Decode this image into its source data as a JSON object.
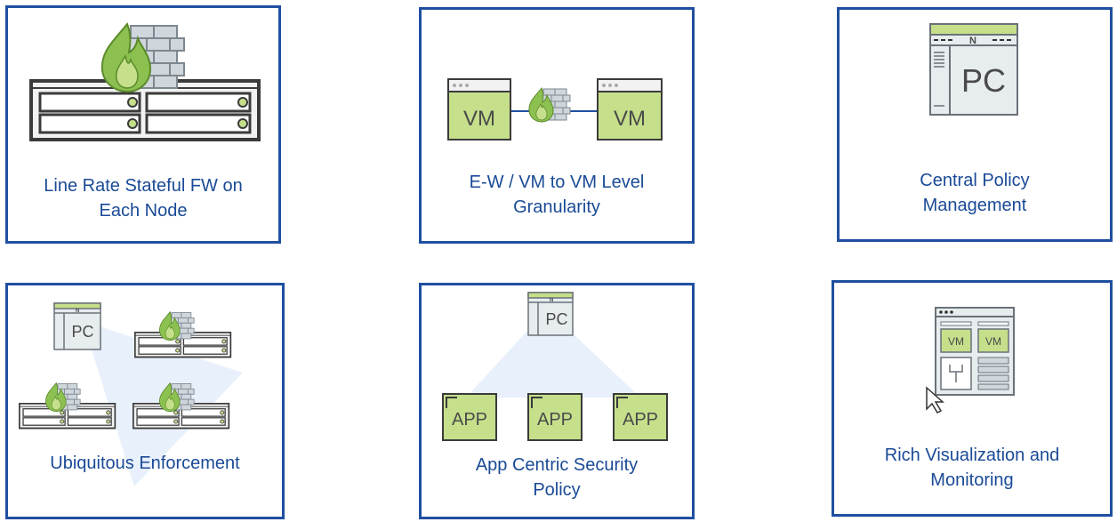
{
  "cards": [
    {
      "id": "line-rate",
      "caption": [
        "Line Rate Stateful FW on",
        "Each Node"
      ]
    },
    {
      "id": "ew",
      "caption": [
        "E-W / VM to VM Level",
        "Granularity"
      ],
      "vm_left": "VM",
      "vm_right": "VM"
    },
    {
      "id": "central",
      "caption": [
        "Central Policy",
        "Management"
      ],
      "pc_label": "PC",
      "pc_logo": "N"
    },
    {
      "id": "ubiquitous",
      "caption": [
        "Ubiquitous Enforcement"
      ],
      "pc_label": "PC",
      "pc_logo": "N"
    },
    {
      "id": "app-centric",
      "caption": [
        "App Centric Security",
        "Policy"
      ],
      "pc_label": "PC",
      "pc_logo": "N",
      "apps": [
        "APP",
        "APP",
        "APP"
      ]
    },
    {
      "id": "rich-vis",
      "caption": [
        "Rich Visualization and",
        "Monitoring"
      ],
      "vm_labels": [
        "VM",
        "VM"
      ]
    }
  ],
  "colors": {
    "border": "#1f4fa0",
    "caption": "#1a4a96",
    "vm_fill": "#c5df8b",
    "flame": "#8cc152",
    "shade": "#e8f0fb"
  }
}
